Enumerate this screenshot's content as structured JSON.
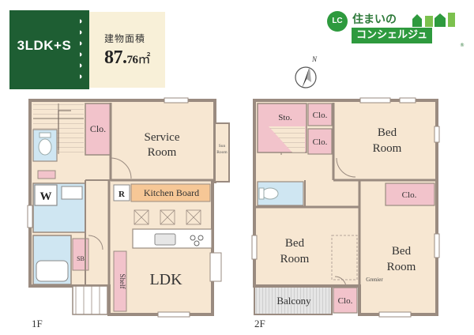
{
  "badge": {
    "layout": "3LDK+S"
  },
  "area": {
    "label": "建物面積",
    "value_main": "87.",
    "value_small": "76",
    "unit": "㎡"
  },
  "logo": {
    "mark": "LC",
    "line1": "住まいの",
    "line2": "コンシェルジュ"
  },
  "compass": {
    "north": "N"
  },
  "floor1": {
    "label": "1F",
    "rooms": {
      "closet": "Clo.",
      "service_room_line1": "Service",
      "service_room_line2": "Room",
      "sun_room_line1": "Sun",
      "sun_room_line2": "Room",
      "washer": "W",
      "fridge": "R",
      "kitchen_board": "Kitchen Board",
      "shoe_box": "SB",
      "shelf": "Shelf",
      "ldk": "LDK"
    }
  },
  "floor2": {
    "label": "2F",
    "rooms": {
      "storage": "Sto.",
      "closet_a": "Clo.",
      "closet_b": "Clo.",
      "closet_c": "Clo.",
      "closet_d": "Clo.",
      "bed_ne_line1": "Bed",
      "bed_ne_line2": "Room",
      "bed_sw_line1": "Bed",
      "bed_sw_line2": "Room",
      "bed_se_line1": "Bed",
      "bed_se_line2": "Room",
      "grenier": "Grenier",
      "balcony": "Balcony"
    }
  },
  "colors": {
    "badge_green": "#1e5e33",
    "area_bg": "#f8f0d8",
    "floor_fill": "#f7e7d2",
    "closet_pink": "#f2c3cb",
    "wet_blue": "#cfe6f2",
    "kitchen_orange": "#f6c796",
    "wall": "#9a8b80",
    "logo_green": "#2e9a3e"
  }
}
